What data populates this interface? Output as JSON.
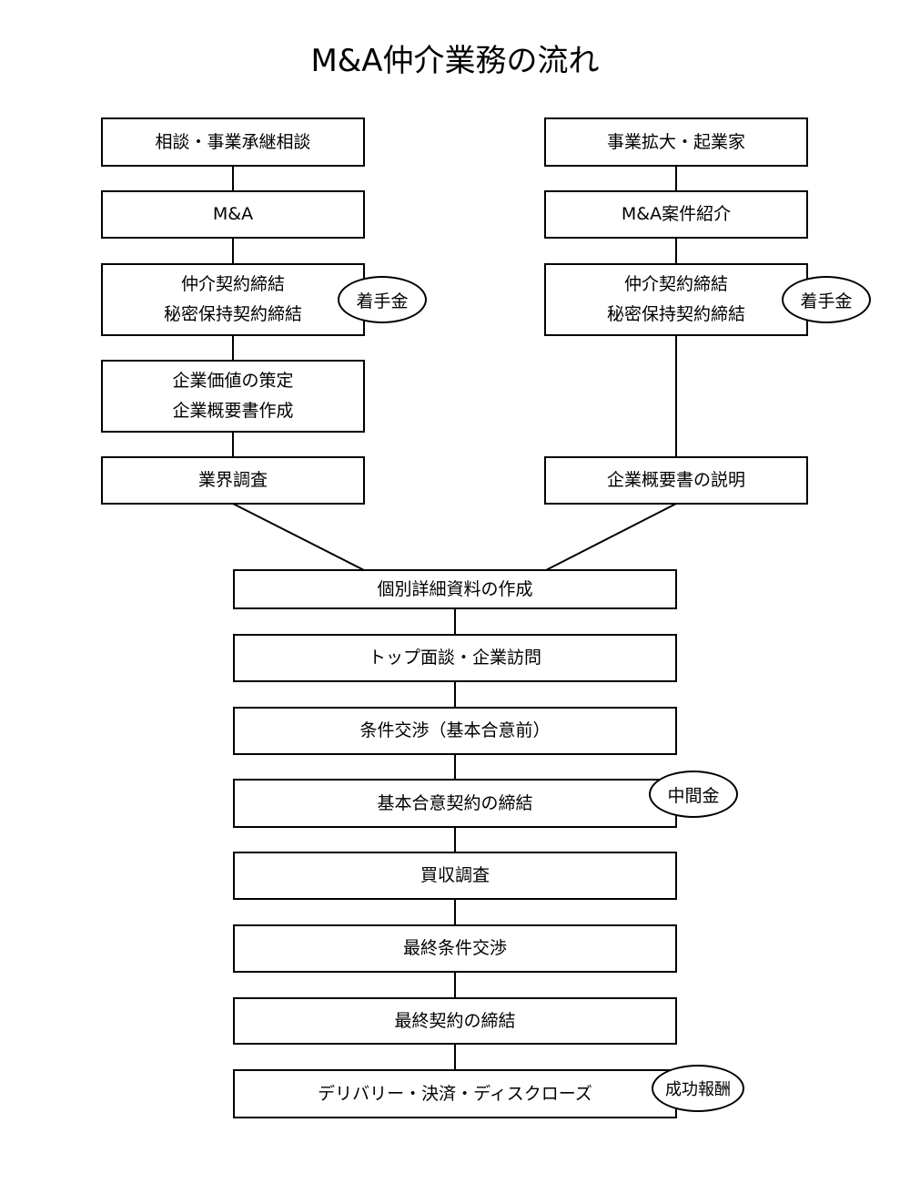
{
  "title": "M&A仲介業務の流れ",
  "left_column": [
    {
      "lines": [
        "相談・事業承継相談"
      ]
    },
    {
      "lines": [
        "M&A"
      ]
    },
    {
      "lines": [
        "仲介契約締結",
        "秘密保持契約締結"
      ]
    },
    {
      "lines": [
        "企業価値の策定",
        "企業概要書作成"
      ]
    },
    {
      "lines": [
        "業界調査"
      ]
    }
  ],
  "right_column": [
    {
      "lines": [
        "事業拡大・起業家"
      ]
    },
    {
      "lines": [
        "M&A案件紹介"
      ]
    },
    {
      "lines": [
        "仲介契約締結",
        "秘密保持契約締結"
      ]
    },
    {
      "lines": [
        "企業概要書の説明"
      ]
    }
  ],
  "center_column": [
    {
      "lines": [
        "個別詳細資料の作成"
      ]
    },
    {
      "lines": [
        "トップ面談・企業訪問"
      ]
    },
    {
      "lines": [
        "条件交渉（基本合意前）"
      ]
    },
    {
      "lines": [
        "基本合意契約の締結"
      ]
    },
    {
      "lines": [
        "買収調査"
      ]
    },
    {
      "lines": [
        "最終条件交渉"
      ]
    },
    {
      "lines": [
        "最終契約の締結"
      ]
    },
    {
      "lines": [
        "デリバリー・決済・ディスクローズ"
      ]
    }
  ],
  "fees": {
    "left_retainer": "着手金",
    "right_retainer": "着手金",
    "interim": "中間金",
    "success": "成功報酬"
  }
}
